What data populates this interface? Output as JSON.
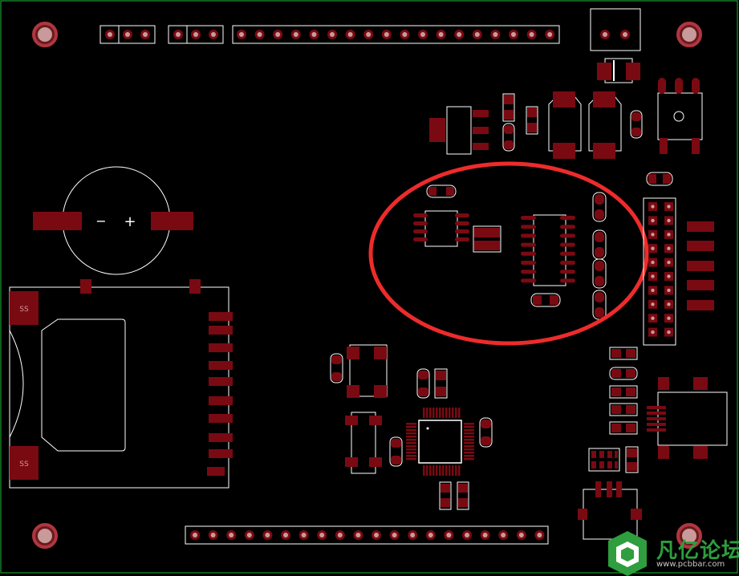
{
  "board": {
    "silk_color": "#ffffff",
    "pad_color": "#7a0a12",
    "drill_color": "#c89a9a",
    "highlight_color": "#ee2b2b",
    "outline_color": "#1db83a",
    "battery_minus": "−",
    "battery_plus": "+",
    "sd_pad_label_top": "SS",
    "sd_pad_label_bottom": "SS"
  },
  "watermark": {
    "title": "凡亿论坛",
    "url": "www.pcbbar.com",
    "logo_color": "#2e9e3e"
  }
}
